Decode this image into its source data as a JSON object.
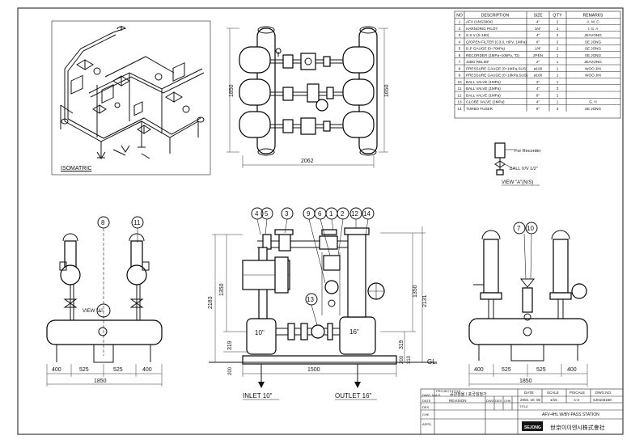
{
  "parts_table": {
    "headers": [
      "NO",
      "DESCRIPTION",
      "SIZE",
      "Q'TY",
      "REMARKS"
    ],
    "rows": [
      [
        "1",
        "AFV (ANS300#)",
        "4\"",
        "2",
        "A. M. C"
      ],
      [
        "2",
        "HARNORIG PILOT",
        "3/4\"",
        "2",
        "I. G. A"
      ],
      [
        "3",
        "S.S.V (S-160)",
        "4\"",
        "2",
        "JEAVONG"
      ],
      [
        "4",
        "Q/OPEN FILTER (C3.0, HPV, 1MPa)",
        "6\"",
        "2",
        "SE JONG"
      ],
      [
        "5",
        "D.P GAUGE (0~70kPa)",
        "1/4\"",
        "2",
        "SE JONG"
      ],
      [
        "6",
        "RECORDER (1MPa~10kPa, \"D)",
        "2PEN",
        "1",
        "SE JONG"
      ],
      [
        "7",
        "J4BG RELIEF",
        "2\"",
        "1",
        "JEAVONG"
      ],
      [
        "8",
        "PRESSURE GAUGE (0~1MPa,SUS)",
        "ø100",
        "1",
        "WOO JIN"
      ],
      [
        "9",
        "PRESSURE GAUGE (0~10kPa,SUS)",
        "ø100",
        "1",
        "WOO JIN"
      ],
      [
        "10",
        "BALL VALVE (1MPa)",
        "2\"",
        "1",
        ""
      ],
      [
        "11",
        "BALL VALVE (1MPa)",
        "4\"",
        "3",
        ""
      ],
      [
        "12",
        "BALL VALVE (1MPa)",
        "8\"",
        "2",
        ""
      ],
      [
        "13",
        "GLOBE VALVE (2MPa)",
        "4\"",
        "1",
        "G.   H"
      ],
      [
        "14",
        "TURBO FUSER",
        "8\"",
        "2",
        "SE JONG"
      ]
    ]
  },
  "isometric_label": "ISOMATRIC",
  "plan": {
    "dim_width": "2062",
    "dim_left": "1850",
    "dim_right": "1650"
  },
  "view_a": {
    "label_top": "For Recorder",
    "label_valve": "BALL V/V 1/2\"",
    "caption": "VIEW \"A\"(N/S)"
  },
  "left_view": {
    "balloons": [
      "8",
      "11"
    ],
    "view_label": "VIEW \"A\"",
    "dims": [
      "400",
      "525",
      "525",
      "400"
    ],
    "total": "1850"
  },
  "front_view": {
    "balloons": [
      "4",
      "5",
      "3",
      "9",
      "6",
      "1",
      "2",
      "12",
      "14",
      "13"
    ],
    "pipe_in": "10\"",
    "pipe_out": "16\"",
    "dims": {
      "h_total": "2183",
      "h_upper": "1350",
      "h_lower": "319",
      "h_base": "200",
      "w_base": "1500",
      "r_upper": "1350",
      "r_total": "2131",
      "r_lower": "319",
      "r_base": "200",
      "r_mid": "310"
    },
    "ground": "GL.",
    "inlet": "INLET 10\"",
    "outlet": "OUTLET 16\""
  },
  "right_view": {
    "balloons": [
      "7",
      "10"
    ],
    "dims": [
      "400",
      "525",
      "525",
      "400"
    ],
    "total": "1850"
  },
  "title_block": {
    "project_label": "PROJECT TITLE",
    "project": "공관정울 / 포국월정가",
    "dwg_label": "DWG. N.A.S",
    "des": "DES.",
    "chk": "CHK",
    "appd": "APPD.",
    "date_label": "DATE",
    "revision_label": "REVISION",
    "dwg_col": "DWG",
    "des_col": "DES",
    "chk_col": "CHK",
    "date_col": "DATE",
    "date": "2002. 10. 06",
    "scale_label": "SCALE",
    "scale": "1/15",
    "psize_label": "P/SCALE",
    "psize": "A-2",
    "dwgno_label": "DWG.NO.",
    "dwgno": "SJ0103168",
    "title_label": "TITLE",
    "title": "AFV-4HL W/BY-PASS STATION",
    "company": "世京이이엔시株式會社",
    "logo": "SEJONG"
  }
}
